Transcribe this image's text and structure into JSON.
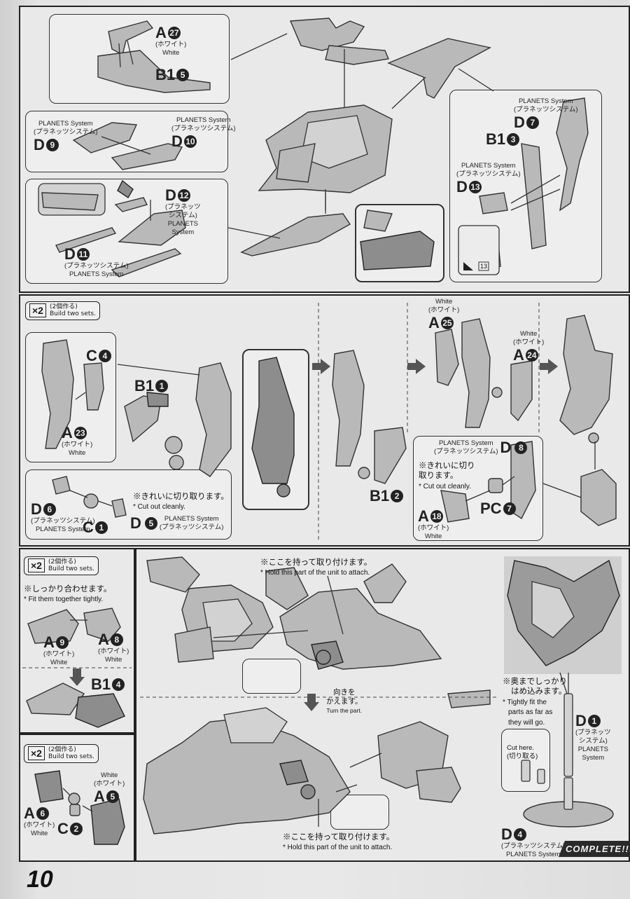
{
  "page": {
    "number": "10"
  },
  "step1": {
    "a27": {
      "letter": "A",
      "num": "27",
      "sub": "(ホワイト)",
      "sub2": "White"
    },
    "b15": {
      "letter": "B1",
      "num": "5"
    },
    "d9": {
      "letter": "D",
      "num": "9",
      "pre1": "PLANETS System",
      "pre2": "(プラネッツシステム)"
    },
    "d10": {
      "letter": "D",
      "num": "10",
      "pre1": "PLANETS System",
      "pre2": "(プラネッツシステム)"
    },
    "d12": {
      "letter": "D",
      "num": "12",
      "s1": "(プラネッツ",
      "s2": "システム)",
      "s3": "PLANETS",
      "s4": "System"
    },
    "d11": {
      "letter": "D",
      "num": "11",
      "s1": "(プラネッツシステム)",
      "s2": "PLANETS System"
    },
    "d7": {
      "letter": "D",
      "num": "7",
      "pre1": "PLANETS System",
      "pre2": "(プラネッツシステム)"
    },
    "b13": {
      "letter": "B1",
      "num": "3"
    },
    "d13": {
      "letter": "D",
      "num": "13",
      "pre1": "PLANETS System",
      "pre2": "(プラネッツシステム)"
    },
    "box_label": "13"
  },
  "step2": {
    "x2": {
      "big": "×2",
      "jp": "(2個作る)",
      "en": "Build two sets."
    },
    "c4": {
      "letter": "C",
      "num": "4"
    },
    "a23": {
      "letter": "A",
      "num": "23",
      "s1": "(ホワイト)",
      "s2": "White"
    },
    "b11": {
      "letter": "B1",
      "num": "1"
    },
    "d6": {
      "letter": "D",
      "num": "6",
      "s1": "(プラネッツシステム)",
      "s2": "PLANETS System"
    },
    "c1": {
      "letter": "C",
      "num": "1"
    },
    "d5": {
      "letter": "D",
      "num": "5",
      "s1": "PLANETS System",
      "s2": "(プラネッツシステム)"
    },
    "cut1_jp": "※きれいに切り取ります。",
    "cut1_en": "* Cut out cleanly.",
    "b12": {
      "letter": "B1",
      "num": "2"
    },
    "a25": {
      "letter": "A",
      "num": "25",
      "pre1": "White",
      "pre2": "(ホワイト)"
    },
    "a24": {
      "letter": "A",
      "num": "24",
      "pre1": "White",
      "pre2": "(ホワイト)"
    },
    "d8": {
      "letter": "D",
      "num": "8",
      "pre1": "PLANETS System",
      "pre2": "(プラネッツシステム)"
    },
    "cut2_jp1": "※きれいに切り",
    "cut2_jp2": "取ります。",
    "cut2_en": "* Cut out cleanly.",
    "a18": {
      "letter": "A",
      "num": "18",
      "s1": "(ホワイト)",
      "s2": "White"
    },
    "pc7": {
      "letter": "PC",
      "num": "7"
    }
  },
  "step3": {
    "x2a": {
      "big": "×2",
      "jp": "(2個作る)",
      "en": "Build two sets."
    },
    "fit_jp": "※しっかり合わせます。",
    "fit_en": "* Fit them together tightly.",
    "a9": {
      "letter": "A",
      "num": "9",
      "s1": "(ホワイト)",
      "s2": "White"
    },
    "a8": {
      "letter": "A",
      "num": "8",
      "s1": "(ホワイト)",
      "s2": "White"
    },
    "b14": {
      "letter": "B1",
      "num": "4"
    },
    "x2b": {
      "big": "×2",
      "jp": "(2個作る)",
      "en": "Build two sets."
    },
    "a5": {
      "letter": "A",
      "num": "5",
      "pre1": "White",
      "pre2": "(ホワイト)"
    },
    "a6": {
      "letter": "A",
      "num": "6",
      "s1": "(ホワイト)",
      "s2": "White"
    },
    "c2": {
      "letter": "C",
      "num": "2"
    },
    "hold1_jp": "※ここを持って取り付けます。",
    "hold1_en": "* Hold this part of the unit to attach.",
    "turn_jp1": "向きを",
    "turn_jp2": "かえます。",
    "turn_en": "Turn the part.",
    "hold2_jp": "※ここを持って取り付けます。",
    "hold2_en": "* Hold this part of the unit to attach.",
    "push_jp1": "※奥までしっかり",
    "push_jp2": "はめ込みます。",
    "push_en1": "* Tightly fit the",
    "push_en2": "parts as far as",
    "push_en3": "they will go.",
    "cut_here_en": "Cut here.",
    "cut_here_jp": "(切り取る)",
    "d1": {
      "letter": "D",
      "num": "1",
      "s1": "(プラネッツ",
      "s2": "システム)",
      "s3": "PLANETS",
      "s4": "System"
    },
    "d4": {
      "letter": "D",
      "num": "4",
      "s1": "(プラネッツシステム)",
      "s2": "PLANETS System"
    },
    "complete": "COMPLETE!!"
  }
}
